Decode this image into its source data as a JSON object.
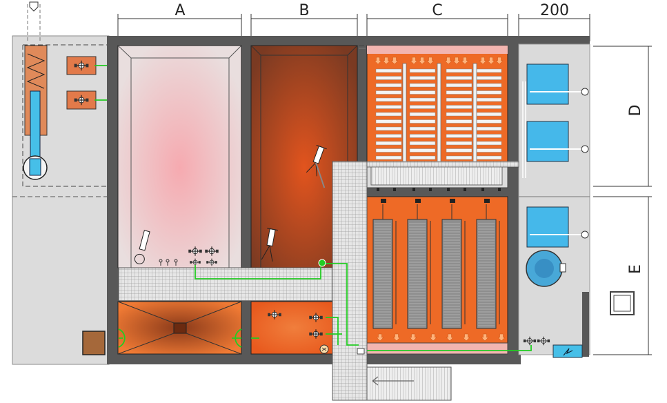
{
  "dimensions": {
    "top": [
      "A",
      "B",
      "C",
      "200"
    ],
    "right": [
      "D",
      "E"
    ]
  },
  "colors": {
    "wall": "#585858",
    "floor": "#d8d8d8",
    "tank_pink": "#f2c8c8",
    "tank_orange": "#ee6a26",
    "tank_brown": "#8a3a1a",
    "grating": "#e4e4e4",
    "pipe": "#22cc22",
    "blue_tank": "#45b8ea",
    "membrane": "#8e8e8e"
  },
  "icons": [
    "pump-icon",
    "blower-icon",
    "mixer-icon",
    "diffuser-icon",
    "valve-icon",
    "fan-icon"
  ]
}
